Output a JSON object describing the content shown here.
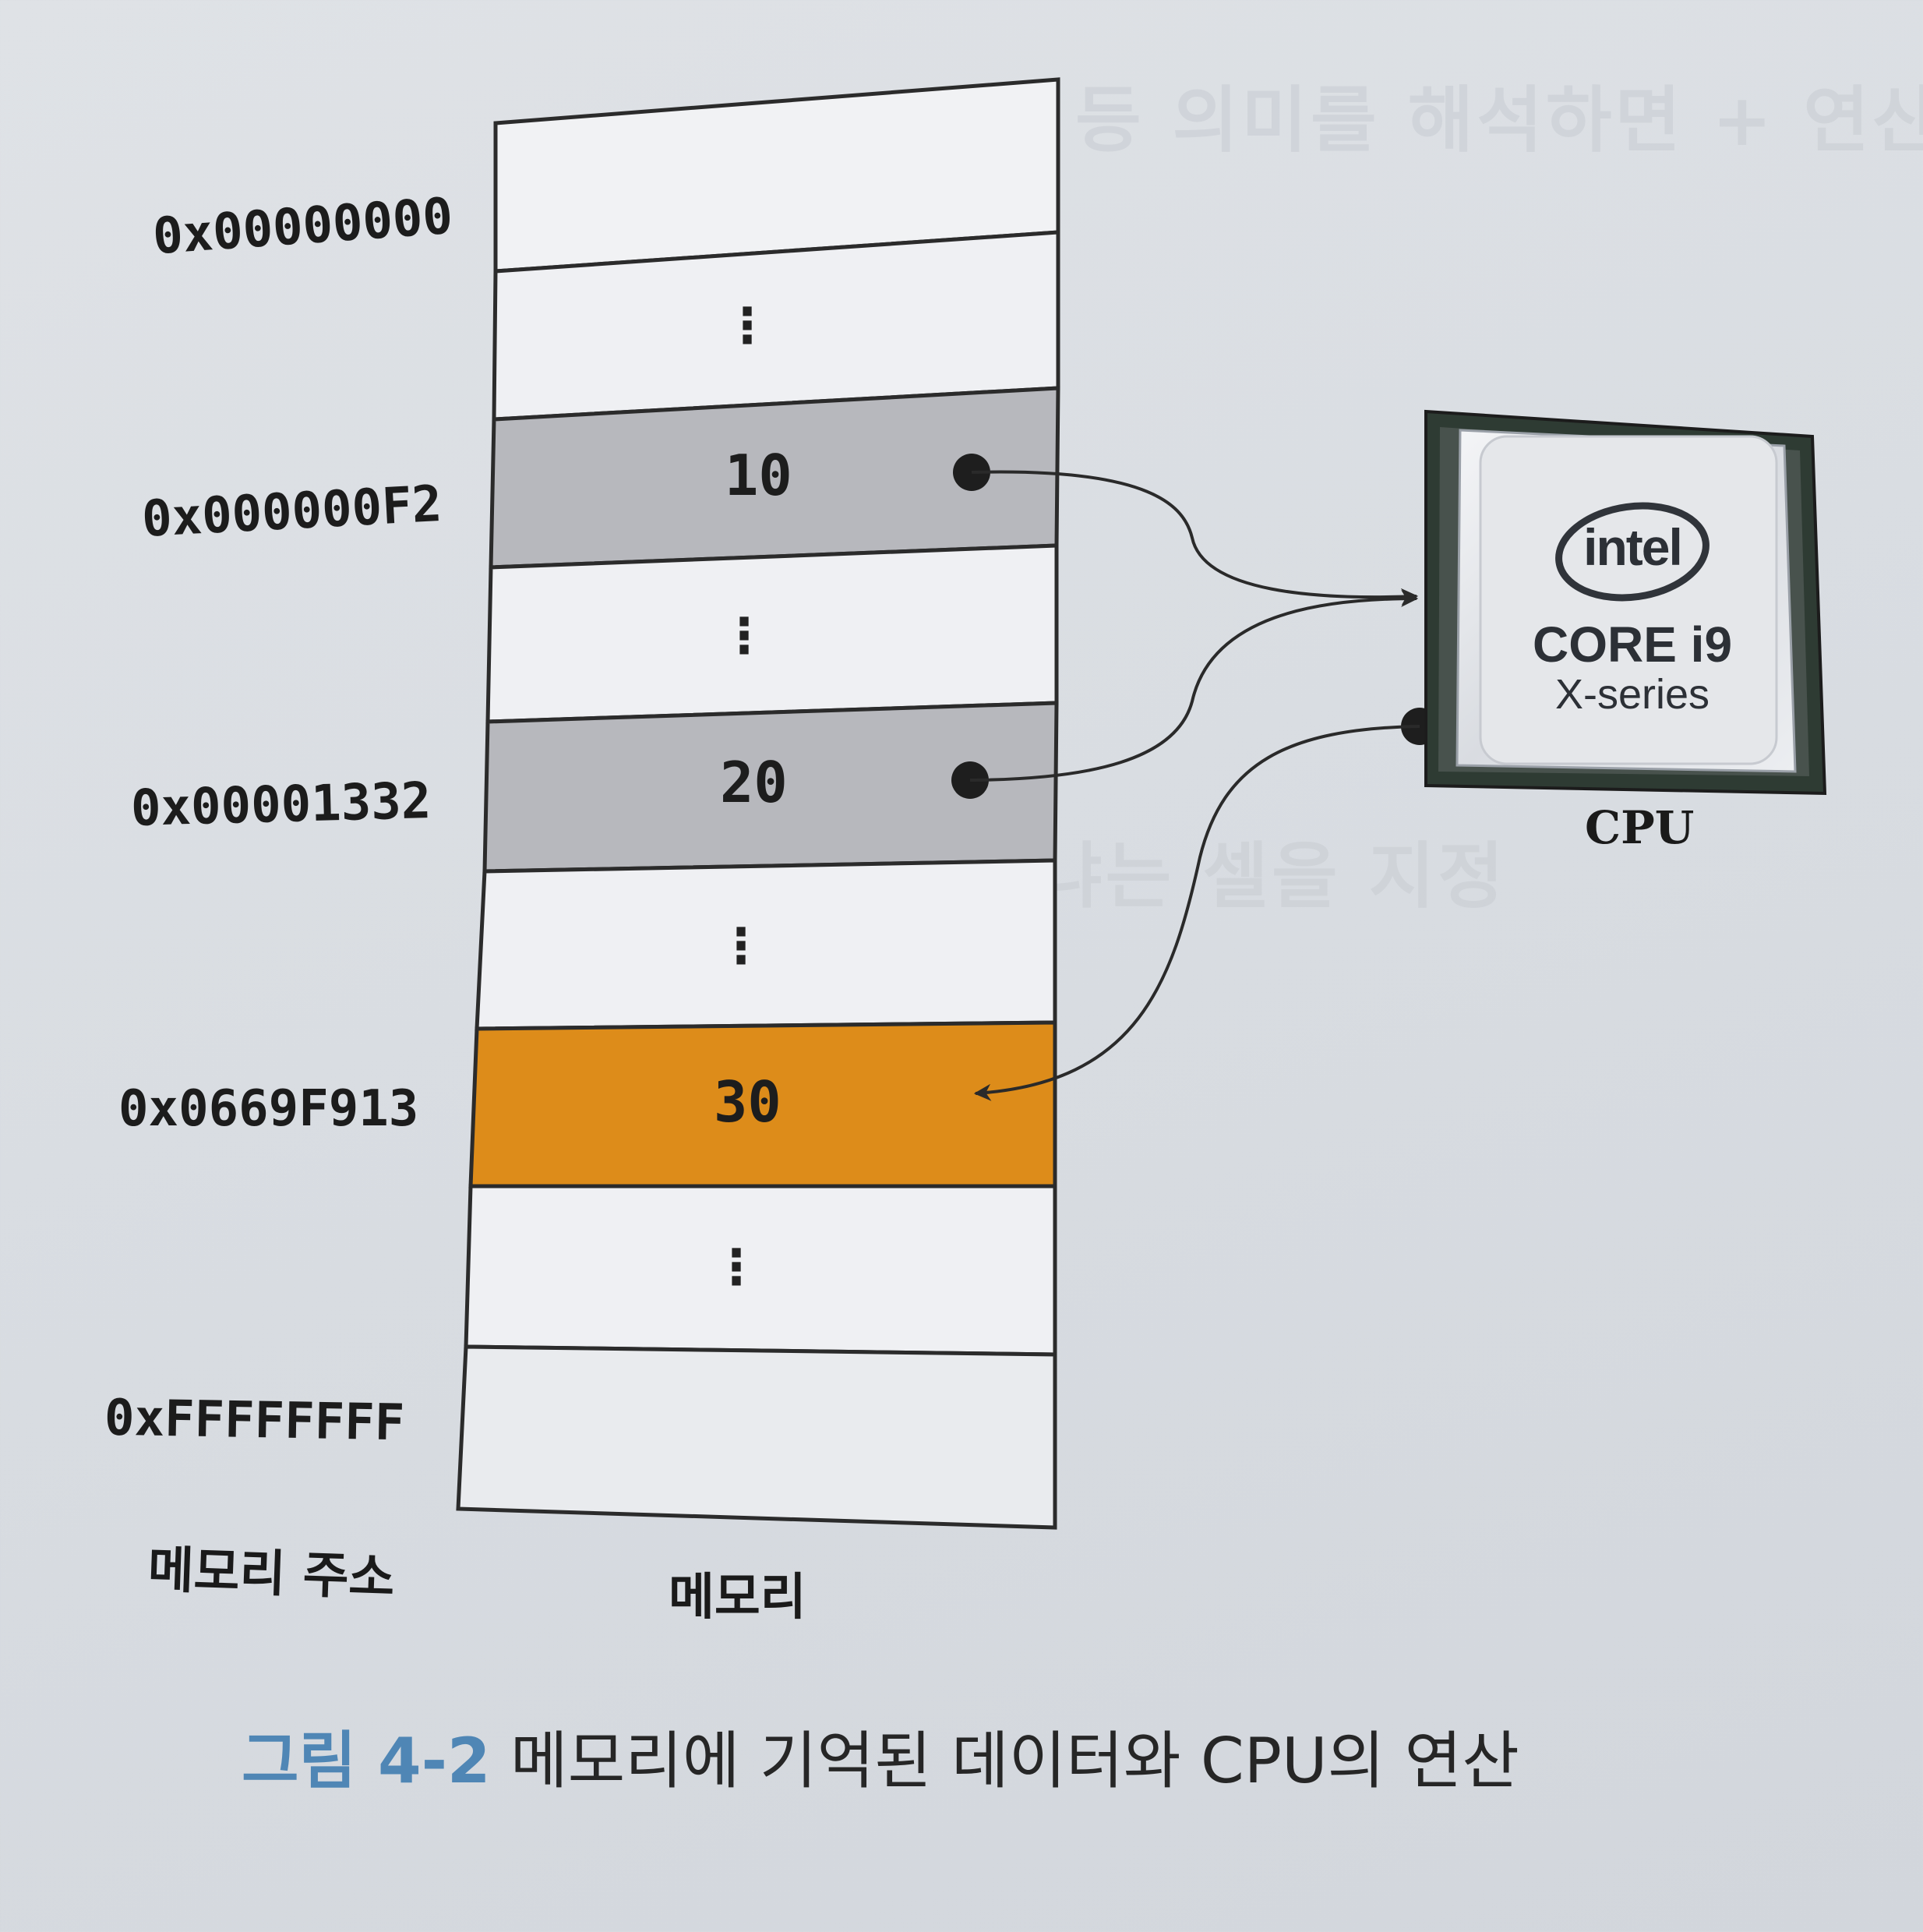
{
  "memory_rows": [
    {
      "address": "0x00000000",
      "value": "",
      "state": "empty"
    },
    {
      "address": "",
      "value": "",
      "state": "ellipsis"
    },
    {
      "address": "0x000000F2",
      "value": "10",
      "state": "read"
    },
    {
      "address": "",
      "value": "",
      "state": "ellipsis"
    },
    {
      "address": "0x00001332",
      "value": "20",
      "state": "read"
    },
    {
      "address": "",
      "value": "",
      "state": "ellipsis"
    },
    {
      "address": "0x0669F913",
      "value": "30",
      "state": "write"
    },
    {
      "address": "",
      "value": "",
      "state": "ellipsis"
    },
    {
      "address": "0xFFFFFFFF",
      "value": "",
      "state": "empty"
    }
  ],
  "labels": {
    "address_column": "메모리 주소",
    "memory_column": "메모리",
    "cpu": "CPU"
  },
  "cpu_chip": {
    "brand": "intel",
    "line1": "CORE i9",
    "line2": "X-series"
  },
  "caption": {
    "number": "그림 4-2",
    "text": "메모리에 기억된 데이터와 CPU의 연산"
  },
  "colors": {
    "read_cell": "#b7b8bd",
    "write_cell": "#dd8c1a",
    "caption_number": "#4f86b5"
  }
}
